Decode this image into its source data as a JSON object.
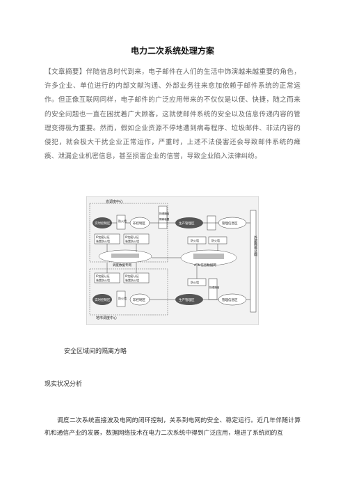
{
  "doc": {
    "title": "电力二次系统处理方案",
    "abstract": "【文章摘要】伴随信息时代到来，电子邮件在人们的生活中饰演越来越重要的角色，许多企业、单位进行的内部文献沟通、外部业务往来愈加依赖于邮件系统的正常运作。但正像互联网同样，电子邮件的广泛应用带来的不仅仅是以便、快捷，随之而来的安全问题也一直在困扰着广大顾客，这就使邮件系统的安全以及信息传递内容的管理变得极为重要。然而，假如企业资源不停地遭到病毒程序、垃圾邮件、非法内容的侵犯，就会极大干扰企业正常运作，严重时，上述不法侵害还会导致邮件系统的瘫痪、泄漏企业机密信息，甚至损害企业的信誉，导致企业陷入法律纠纷。",
    "caption": "安全区域间的隔离方略",
    "section_heading": "现实状况分析",
    "paragraph": "调度二次系统直接波及电网的闭环控制，关系到电网的安全、稳定运行。近几年伴随计算机和通信产业的发展，数据网络技术在电力二次系统中得到广泛应用，增进了系统间的互"
  },
  "diagram": {
    "top_center": "省调度中心",
    "bottom_center": "地市调度中心",
    "real_time_ctrl": "实时控制区",
    "non_ctrl": "非控制区",
    "firewall": "防火墙",
    "ip_device_a": "IP加密认证",
    "ip_device_b": "装置防火墙",
    "phys_isolation": "物理隔离",
    "phys_isolation_device": "隔离装置",
    "production_mgmt": "生产管理区",
    "mgmt_info": "管理信息区",
    "dispatch_net": "调度数据专网",
    "atm_net": "ATM信息数据网",
    "external": "外部网络公网"
  }
}
